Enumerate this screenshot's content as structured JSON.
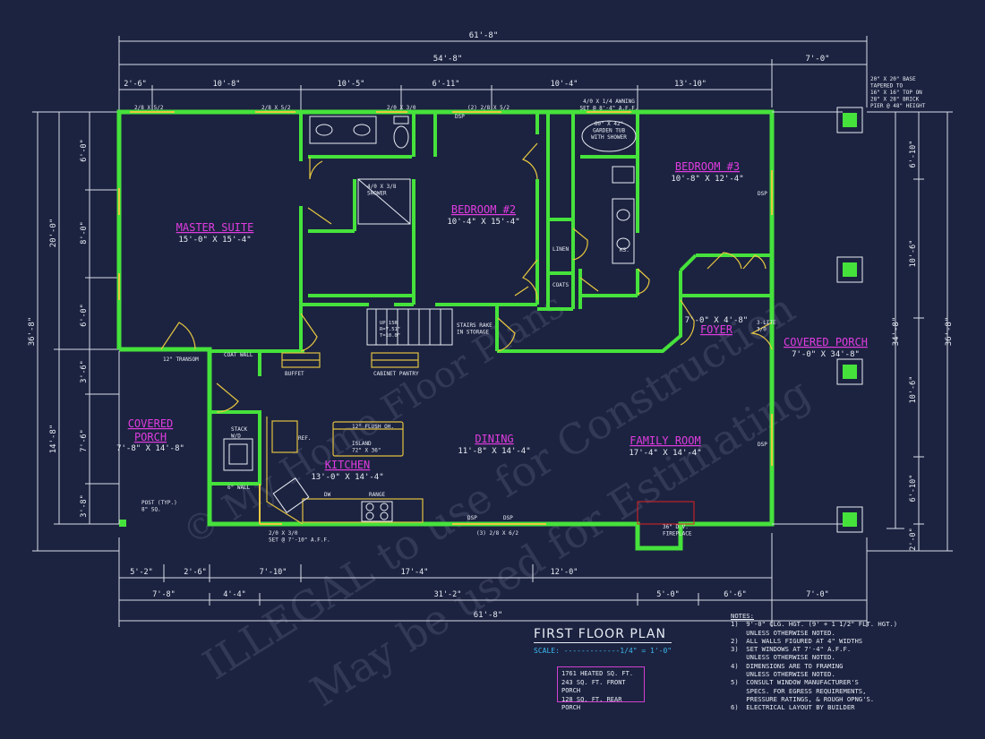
{
  "title": "FIRST FLOOR PLAN",
  "scale": "SCALE: -------------1/4\" = 1'-0\"",
  "rooms": {
    "master": {
      "name": "MASTER SUITE",
      "size": "15'-0\" X 15'-4\""
    },
    "bed2": {
      "name": "BEDROOM #2",
      "size": "10'-4\" X 15'-4\""
    },
    "bed3": {
      "name": "BEDROOM #3",
      "size": "10'-8\" X 12'-4\""
    },
    "dining": {
      "name": "DINING",
      "size": "11'-8\" X 14'-4\""
    },
    "family": {
      "name": "FAMILY ROOM",
      "size": "17'-4\" X 14'-4\""
    },
    "kitchen": {
      "name": "KITCHEN",
      "size": "13'-0\" X 14'-4\""
    },
    "foyer": {
      "name": "FOYER",
      "size": "7'-0\" X 4'-8\""
    },
    "porch_right": {
      "name": "COVERED PORCH",
      "size": "7'-0\" X 34'-8\""
    },
    "porch_left": {
      "name": "COVERED\nPORCH",
      "size": "7'-8\" X 14'-8\""
    }
  },
  "top_dims": {
    "overall": "61'-8\"",
    "main": "54'-8\"",
    "right": "7'-0\"",
    "segments": [
      "2'-6\"",
      "10'-8\"",
      "10'-5\"",
      "6'-11\"",
      "10'-4\"",
      "13'-10\""
    ]
  },
  "bottom_dims": {
    "row1": [
      "5'-2\"",
      "2'-6\"",
      "7'-10\"",
      "17'-4\"",
      "12'-0\""
    ],
    "row2": [
      "7'-8\"",
      "4'-4\"",
      "31'-2\"",
      "5'-0\"",
      "6'-6\"",
      "7'-0\""
    ],
    "overall": "61'-8\""
  },
  "left_dims": {
    "overall": "36'-8\"",
    "upper": "20'-0\"",
    "lower": "14'-8\"",
    "segments": [
      "6'-0\"",
      "8'-0\"",
      "6'-0\"",
      "3'-6\"",
      "7'-6\"",
      "3'-8\""
    ]
  },
  "right_dims": {
    "overall": "36'-8\"",
    "inner_overall": "34'-8\"",
    "segments": [
      "6'-10\"",
      "10'-6\"",
      "10'-6\"",
      "6'-10\"",
      "2'-0\""
    ]
  },
  "labels": {
    "base_note": "20\" X 20\" BASE\nTAPERED TO\n16\" X 16\" TOP ON\n28\" X 28\" BRICK\nPIER @ 48\" HEIGHT",
    "tub": "60\" X 42\"\nGARDEN TUB\nWITH SHOWER",
    "awning": "4/0 X 1/4 AWNING\nSET @ 8'-4\" A.F.F.",
    "shower": "4/0 X 3/8\nSHOWER",
    "linen": "LINEN",
    "coats": "COATS",
    "stairs": "STAIRS RAKE\nIN STORAGE",
    "riser": "UP 15R\nR=7.51\"\nT=10.0\"",
    "coat_wall": "COAT WALL",
    "buffet": "BUFFET",
    "pantry": "CABINET PANTRY",
    "island_flush": "12\" FLUSH OH.",
    "island": "ISLAND\n72\" X 36\"",
    "ref": "REF.",
    "dw": "DW",
    "range": "RANGE",
    "stack": "STACK\nW/D",
    "wall6": "6\" WALL",
    "post": "POST (TYP.)\n8\" SQ.",
    "fireplace": "36\" D.V.\nFIREPLACE",
    "transom12": "12\" TRANSOM",
    "lite": "3-LITE\n3/0",
    "dsp": "DSP",
    "ks": "KS.",
    "win_top": [
      "2/8 X 5/2",
      "2/8 X 5/2",
      "2/0 X 3/0",
      "(2) 2/8 X 5/2"
    ],
    "win_bottom": "(3) 2/8 X 6/2",
    "win_kitchen": "2/0 X 3/0\nSET @ 7'-10\" A.F.F."
  },
  "notes_title": "NOTES:",
  "notes": [
    "1)  9'-0\" CLG. HGT. (9' + 1 1/2\" FLT. HGT.)",
    "    UNLESS OTHERWISE NOTED.",
    "2)  ALL WALLS FIGURED AT 4\" WIDTHS",
    "3)  SET WINDOWS AT 7'-4\" A.F.F.",
    "    UNLESS OTHERWISE NOTED.",
    "4)  DIMENSIONS ARE TO FRAMING",
    "    UNLESS OTHERWISE NOTED.",
    "5)  CONSULT WINDOW MANUFACTURER'S",
    "    SPECS. FOR EGRESS REQUIREMENTS,",
    "    PRESSURE RATINGS, & ROUGH OPNG'S.",
    "6)  ELECTRICAL LAYOUT BY BUILDER"
  ],
  "sqft": [
    "1761 HEATED SQ. FT.",
    "243 SQ. FT. FRONT PORCH",
    "128 SQ. FT. REAR PORCH"
  ],
  "watermark": [
    "ILLEGAL to use for Construction",
    "May be used for Estimating",
    "© My Home Floor Plans"
  ],
  "colors": {
    "background": "#1c2340",
    "walls": "#46e23c",
    "room_text": "#e03ce0",
    "scale_text": "#3cb8f0",
    "lines": "#d8dce8"
  }
}
